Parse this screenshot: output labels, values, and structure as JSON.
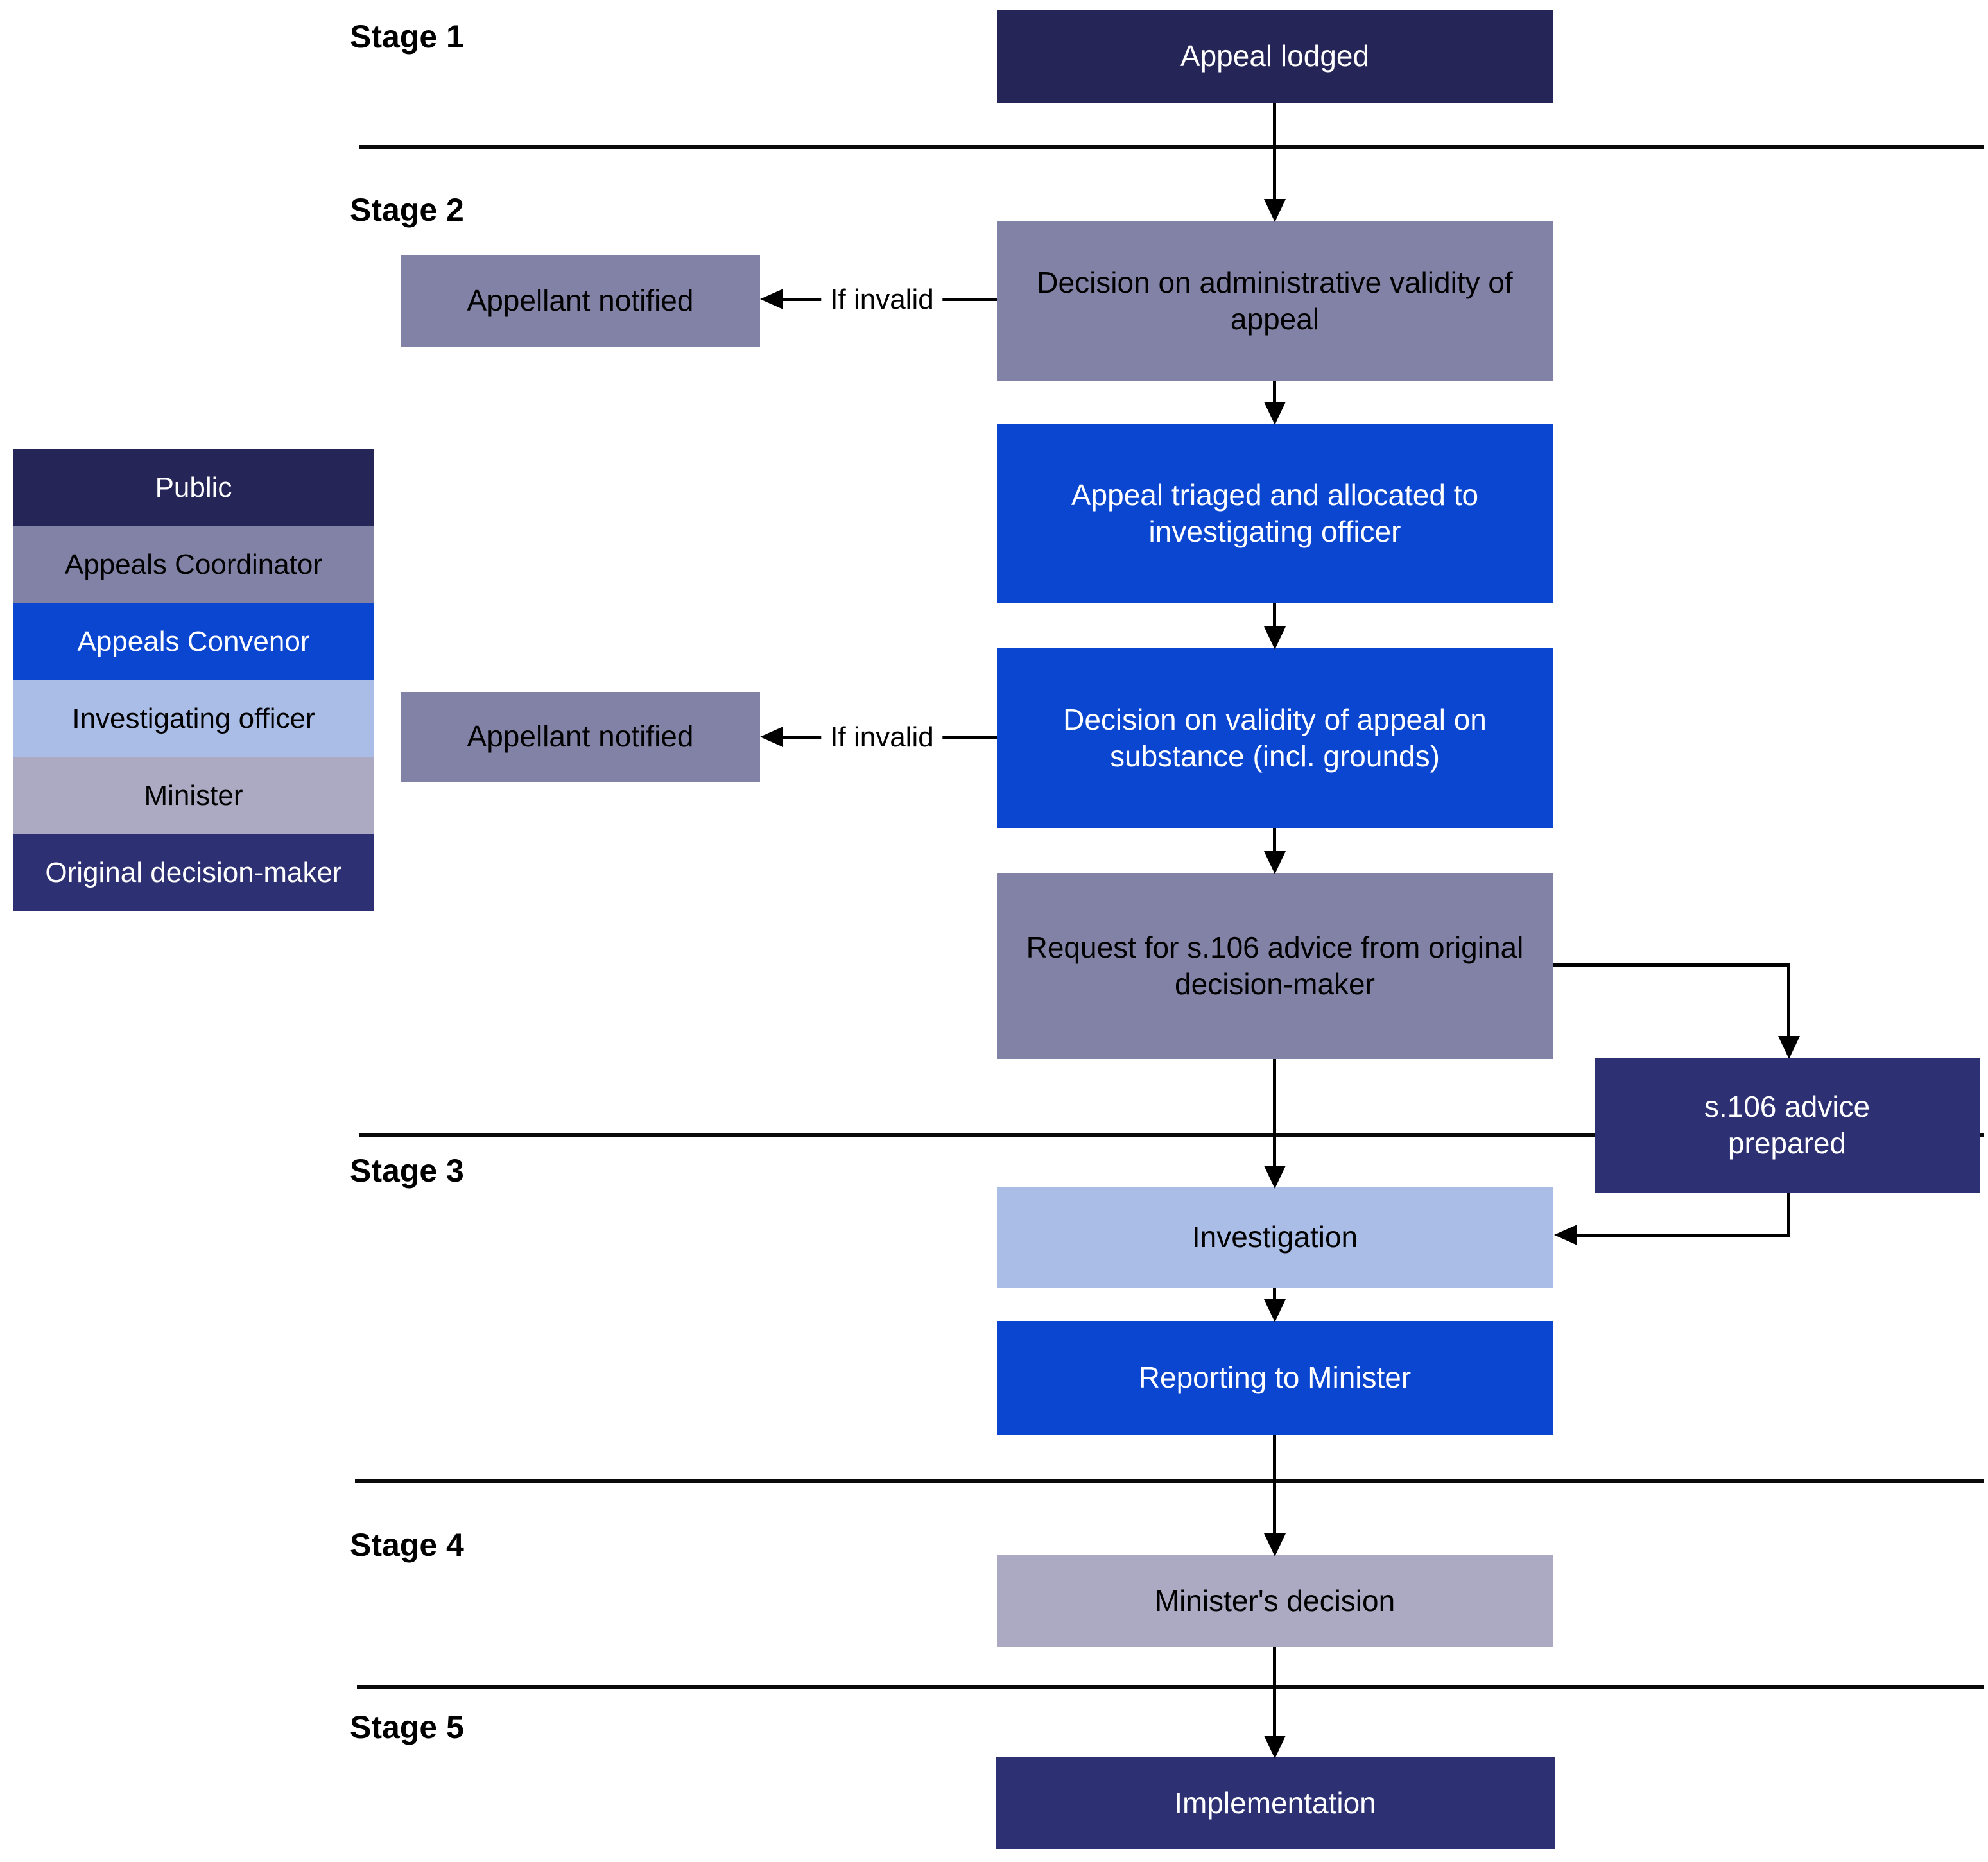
{
  "stage_labels": [
    {
      "label": "Stage 1"
    },
    {
      "label": "Stage 2"
    },
    {
      "label": "Stage 3"
    },
    {
      "label": "Stage 4"
    },
    {
      "label": "Stage 5"
    }
  ],
  "legend": {
    "items": [
      {
        "label": "Public",
        "bg": "#252657",
        "fg": "#ffffff"
      },
      {
        "label": "Appeals Coordinator",
        "bg": "#8282a7",
        "fg": "#000000"
      },
      {
        "label": "Appeals Convenor",
        "bg": "#0b46d0",
        "fg": "#ffffff"
      },
      {
        "label": "Investigating officer",
        "bg": "#aabde7",
        "fg": "#000000"
      },
      {
        "label": "Minister",
        "bg": "#aca9c3",
        "fg": "#000000"
      },
      {
        "label": "Original decision-maker",
        "bg": "#2d3173",
        "fg": "#ffffff"
      }
    ]
  },
  "nodes": {
    "appeal_lodged": {
      "label": "Appeal lodged",
      "bg": "#252657",
      "fg": "#ffffff"
    },
    "decision_admin": {
      "label": "Decision on administrative validity of appeal",
      "bg": "#8282a7",
      "fg": "#000000"
    },
    "appellant_notified_1": {
      "label": "Appellant notified",
      "bg": "#8282a7",
      "fg": "#000000"
    },
    "appeal_triaged": {
      "label": "Appeal triaged and allocated to investigating officer",
      "bg": "#0b46d0",
      "fg": "#ffffff"
    },
    "decision_substance": {
      "label": "Decision on validity of appeal on substance (incl. grounds)",
      "bg": "#0b46d0",
      "fg": "#ffffff"
    },
    "appellant_notified_2": {
      "label": "Appellant notified",
      "bg": "#8282a7",
      "fg": "#000000"
    },
    "request_s106": {
      "label": "Request for s.106 advice from original decision-maker",
      "bg": "#8282a7",
      "fg": "#000000"
    },
    "s106_prepared": {
      "label": "s.106 advice prepared",
      "bg": "#2d3173",
      "fg": "#ffffff"
    },
    "investigation": {
      "label": "Investigation",
      "bg": "#aabde7",
      "fg": "#000000"
    },
    "reporting_minister": {
      "label": "Reporting to Minister",
      "bg": "#0b46d0",
      "fg": "#ffffff"
    },
    "ministers_decision": {
      "label": "Minister's decision",
      "bg": "#aca9c3",
      "fg": "#000000"
    },
    "implementation": {
      "label": "Implementation",
      "bg": "#2d3173",
      "fg": "#ffffff"
    }
  },
  "connector_labels": {
    "if_invalid_1": "If invalid",
    "if_invalid_2": "If invalid"
  }
}
